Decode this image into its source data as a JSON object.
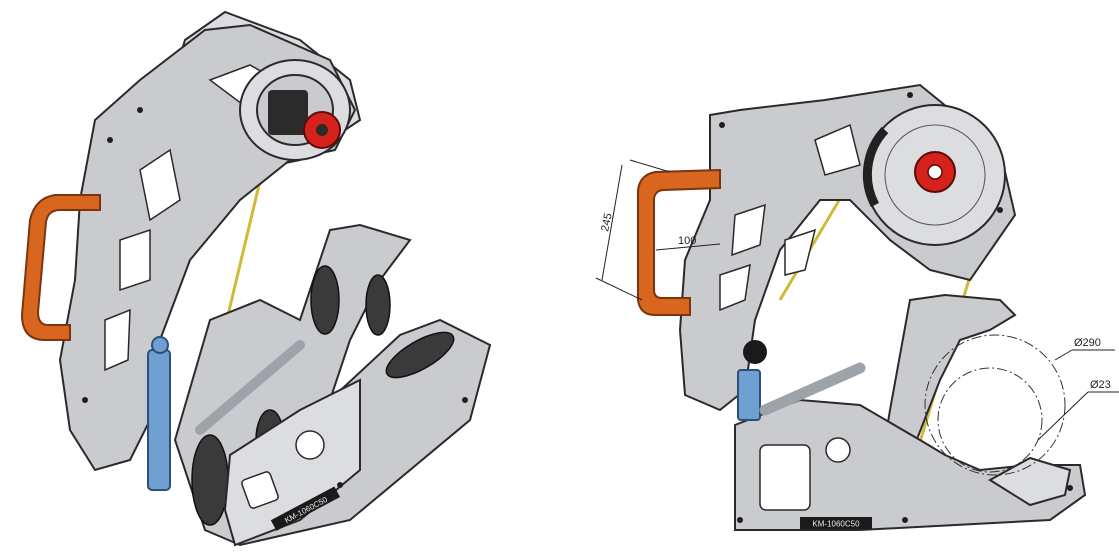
{
  "drawing": {
    "left_view": {
      "label_plate": "KM-1060C50"
    },
    "right_view": {
      "label_plate": "KM-1060C50",
      "dimensions": {
        "handle_height": "245",
        "handle_depth": "100",
        "outer_diameter": "Ø290",
        "inner_diameter": "Ø23"
      }
    }
  },
  "colors": {
    "handle": "#d8661f",
    "cylinder": "#6f9fd3",
    "hub": "#d6221c",
    "belt": "#cdbb3a",
    "plate": "#c9cbcf"
  }
}
